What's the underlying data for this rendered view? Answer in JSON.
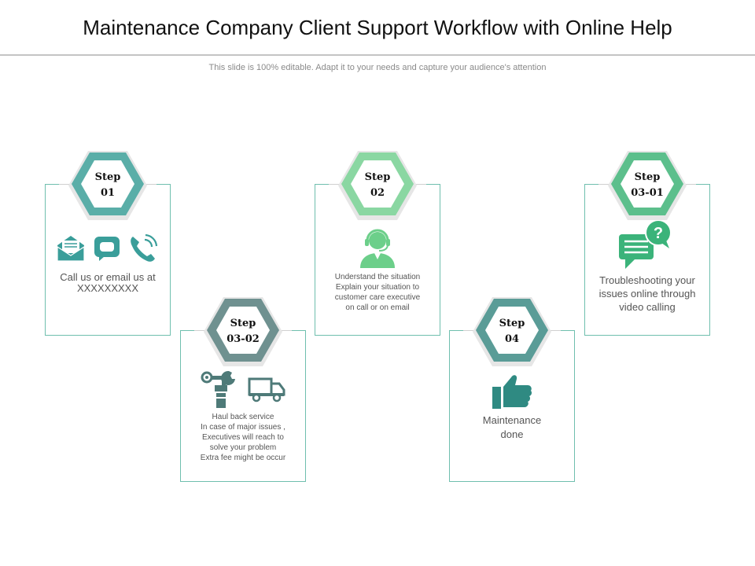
{
  "title": "Maintenance Company Client Support Workflow with Online Help",
  "subtitle": "This slide is 100% editable. Adapt it to your needs and capture your audience's attention",
  "colors": {
    "teal": "#3a9e9a",
    "green_light": "#6ccf8a",
    "green": "#3bb37a",
    "slate": "#4e7a78",
    "dark_teal": "#2f8a82",
    "line": "#6fbfae"
  },
  "cards": [
    {
      "step_word": "Step",
      "step_num": "01",
      "icons": [
        "envelope-icon",
        "chat-bubble-icon",
        "phone-icon"
      ],
      "lines": [
        "Call us or email us at",
        "XXXXXXXXX"
      ]
    },
    {
      "step_word": "Step",
      "step_num": "02",
      "icons": [
        "support-agent-icon"
      ],
      "lines": [
        "Understand the situation",
        "Explain your situation to",
        "customer care executive",
        "on call or on email"
      ]
    },
    {
      "step_word": "Step",
      "step_num": "03-01",
      "icons": [
        "question-chat-icon"
      ],
      "lines": [
        "Troubleshooting your",
        "issues online through",
        "video calling"
      ]
    },
    {
      "step_word": "Step",
      "step_num": "03-02",
      "icons": [
        "tools-icon",
        "truck-icon"
      ],
      "lines": [
        "Haul back service",
        "In case of major issues ,",
        "Executives will reach to",
        "solve your problem",
        "Extra fee might be occur"
      ]
    },
    {
      "step_word": "Step",
      "step_num": "04",
      "icons": [
        "thumbs-up-icon"
      ],
      "lines": [
        "Maintenance",
        "done"
      ]
    }
  ]
}
